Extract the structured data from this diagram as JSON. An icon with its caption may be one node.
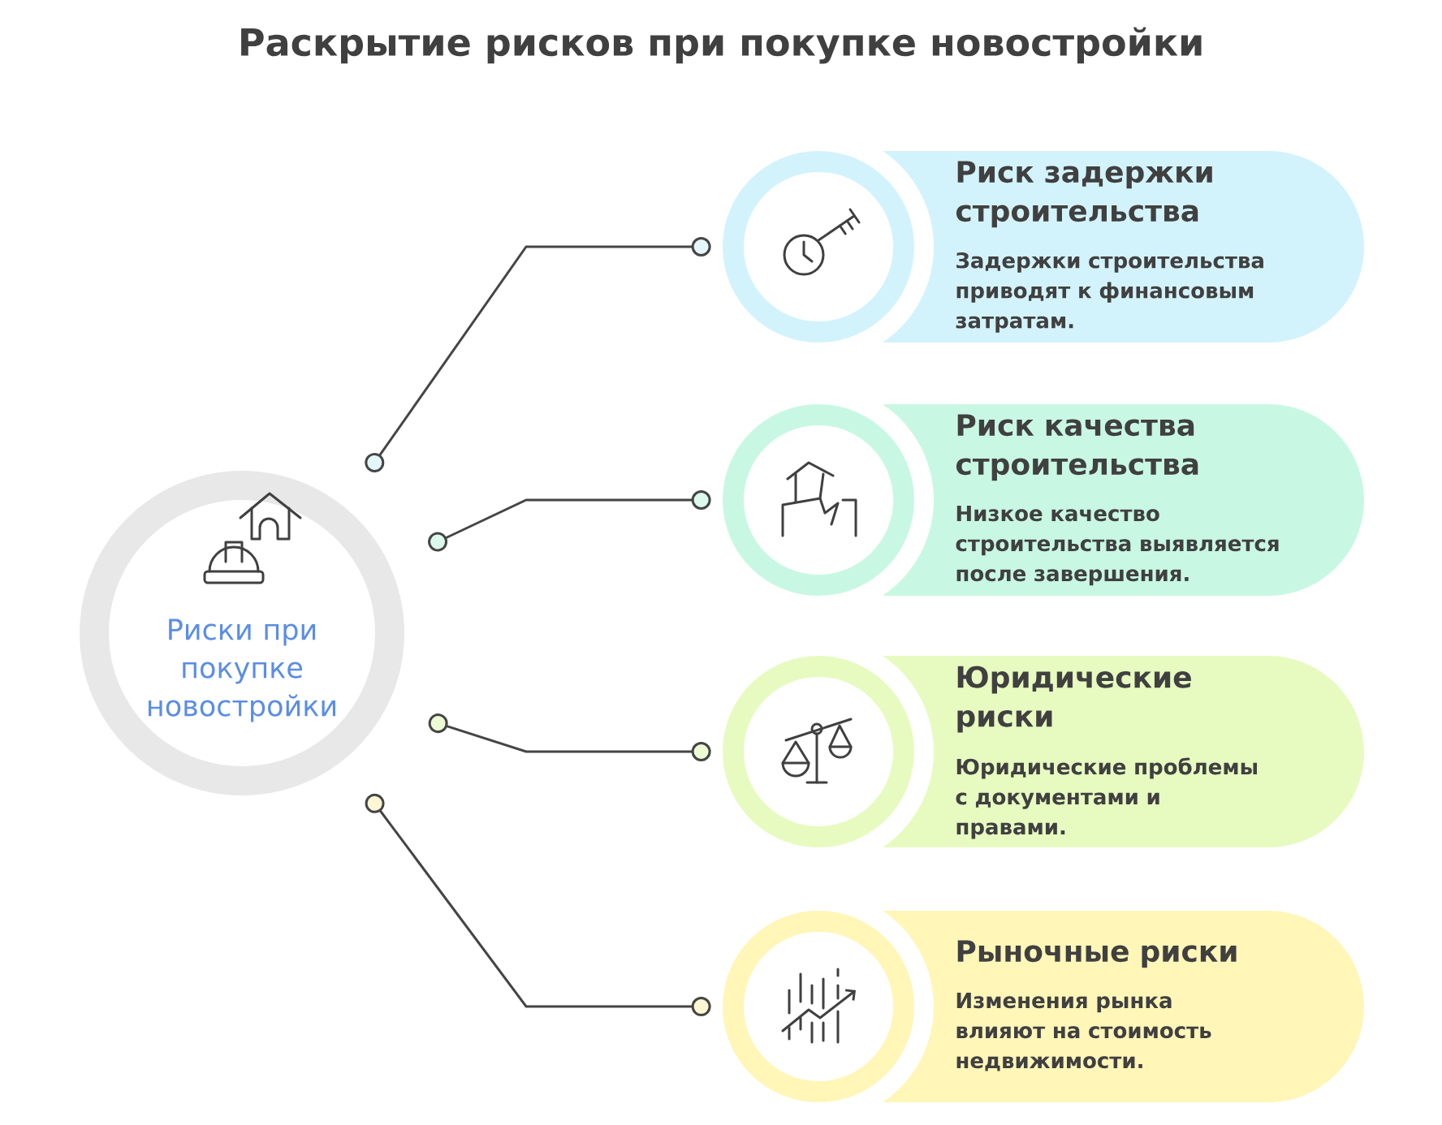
{
  "diagram": {
    "title": "Раскрытие рисков при покупке новостройки",
    "nodes": [
      {
        "text": [
          "Риски при покупке новостройки"
        ]
      },
      {
        "text": [
          "Риск задержки строительства",
          "Задержки строительства приводят к финансовым затратам."
        ]
      },
      {
        "text": [
          "Риск качества строительства",
          "Низкое качество строительства выявляется после завершения."
        ]
      },
      {
        "text": [
          "Юридические риски",
          "Юридические проблемы с документами и правами."
        ]
      },
      {
        "text": [
          "Рыночные риски",
          "Изменения рынка влияют на стоимость недвижимости."
        ]
      }
    ],
    "edges": [
      {
        "from": 0,
        "to": 1,
        "arrow": "other"
      },
      {
        "from": 0,
        "to": 2,
        "arrow": "other"
      },
      {
        "from": 0,
        "to": 3,
        "arrow": "other"
      },
      {
        "from": 0,
        "to": 4,
        "arrow": "other"
      }
    ]
  }
}
